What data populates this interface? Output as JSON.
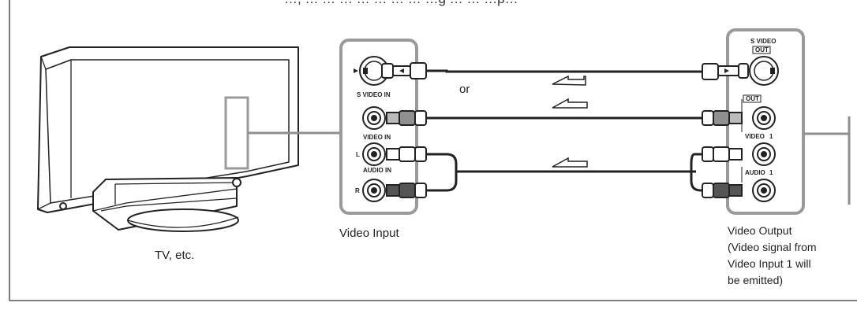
{
  "header_text": "…, … … … … … … … …g … … …p…",
  "tv": {
    "caption": "TV, etc."
  },
  "input_panel": {
    "caption": "Video Input",
    "jacks": {
      "svideo": "S VIDEO IN",
      "video": "VIDEO IN",
      "audio": "AUDIO IN",
      "left": "L",
      "right": "R"
    }
  },
  "output_panel": {
    "svideo_title": "S VIDEO",
    "out_badge_1": "OUT",
    "out_badge_2": "OUT",
    "video_label": "VIDEO",
    "audio_label": "AUDIO",
    "caption_lines": [
      "Video Output",
      "(Video signal from",
      "Video Input 1 will",
      "be emitted)"
    ]
  },
  "or_label": "or",
  "colors": {
    "line": "#222222",
    "panel_fill": "#ffffff",
    "panel_stroke": "#9a9a9a",
    "cable_gray": "#8f8f8f",
    "plug_dark": "#555555"
  }
}
